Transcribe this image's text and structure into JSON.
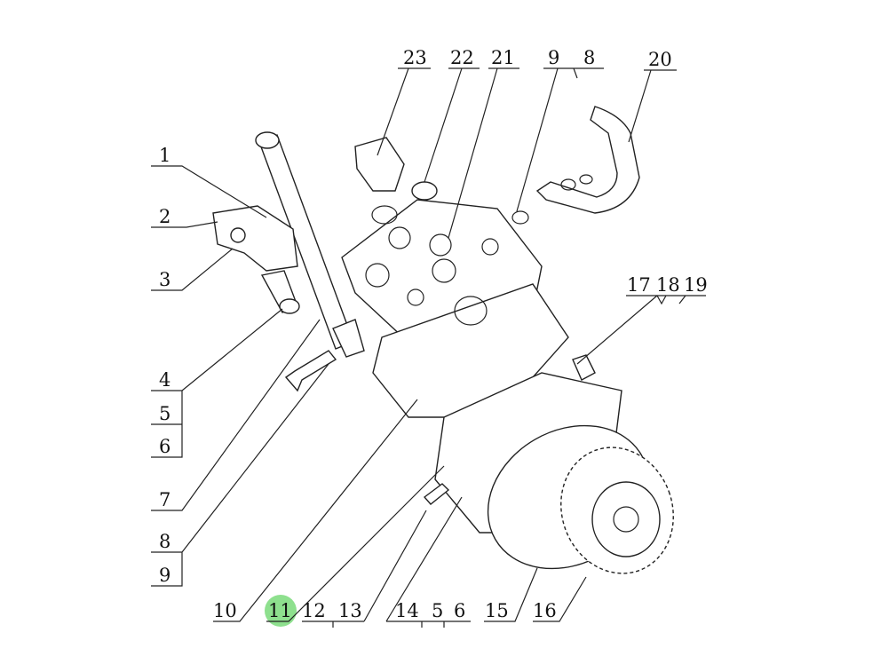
{
  "diagram": {
    "type": "exploded-parts-diagram",
    "highlight_color": "#8ee08e",
    "highlighted_label": "11",
    "labels_top": [
      "23",
      "22",
      "21",
      "9",
      "8",
      "20"
    ],
    "labels_left": [
      "1",
      "2",
      "3",
      "4",
      "5",
      "6",
      "7",
      "8",
      "9"
    ],
    "labels_right": [
      "17",
      "18",
      "19"
    ],
    "labels_bottom": [
      "10",
      "11",
      "12",
      "13",
      "14",
      "5",
      "6",
      "15",
      "16"
    ]
  }
}
